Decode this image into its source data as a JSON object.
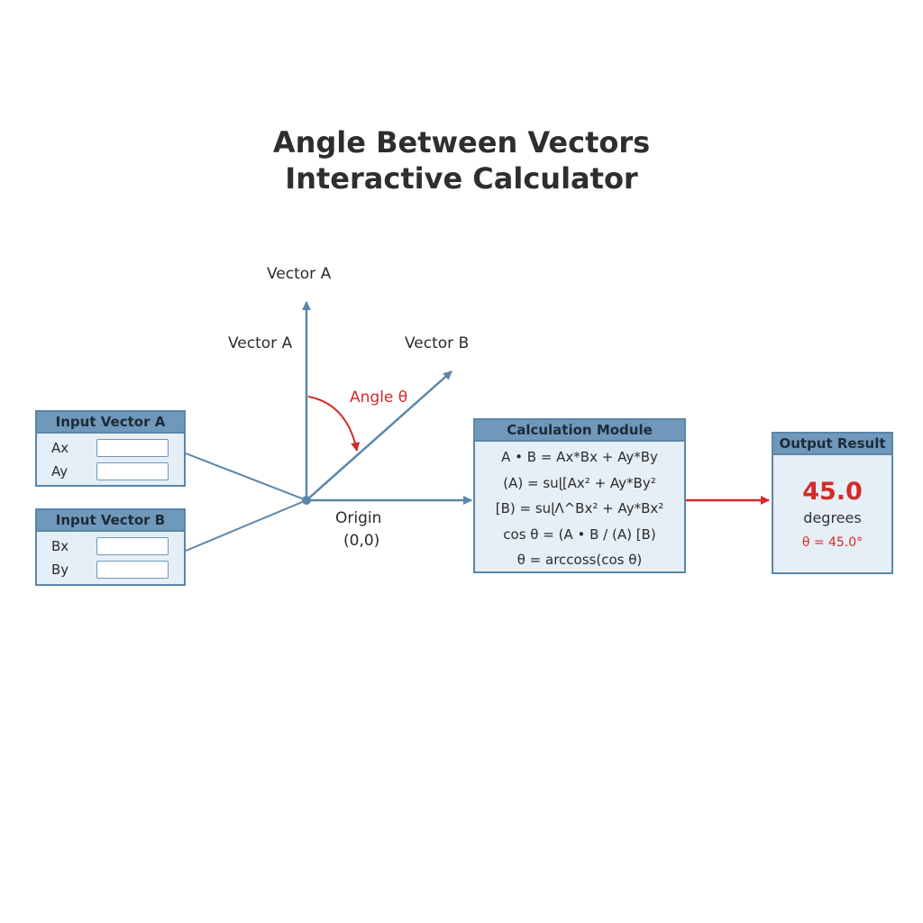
{
  "title": {
    "line1": "Angle Between Vectors",
    "line2": "Interactive Calculator"
  },
  "labels": {
    "vector_a_top": "Vector A",
    "vector_a_side": "Vector A",
    "vector_b": "Vector B",
    "angle": "Angle θ",
    "origin": "Origin",
    "origin_coords": "(0,0)"
  },
  "input_a": {
    "header": "Input Vector A",
    "fields": [
      {
        "label": "Ax",
        "value": ""
      },
      {
        "label": "Ay",
        "value": ""
      }
    ]
  },
  "input_b": {
    "header": "Input Vector B",
    "fields": [
      {
        "label": "Bx",
        "value": ""
      },
      {
        "label": "By",
        "value": ""
      }
    ]
  },
  "calc": {
    "header": "Calculation Module",
    "lines": [
      "A • B = Ax*Bx + Ay*By",
      "(A) = suɭ[Ax² + Ay*By²",
      "[B) = suɭɅ^Bx² + Ay*Bx²",
      "cos θ = (A • B / (A)  [B)",
      "θ = arccoss(cos θ)"
    ]
  },
  "output": {
    "header": "Output Result",
    "value": "45.0",
    "unit": "degrees",
    "theta": "θ = 45.0°"
  },
  "colors": {
    "accent_blue": "#6f98bb",
    "line_blue": "#5a86aa",
    "highlight_red": "#d42a2a"
  }
}
